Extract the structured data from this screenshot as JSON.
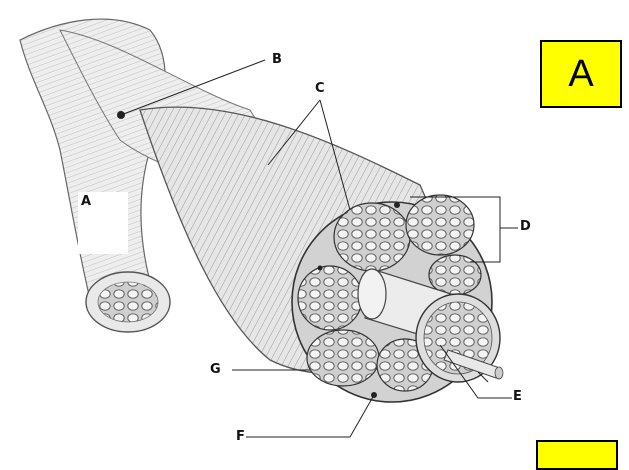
{
  "badge": {
    "letter": "A",
    "color": "#ffff00"
  },
  "labels": {
    "a": "A",
    "b": "B",
    "c": "C",
    "d": "D",
    "e": "E",
    "f": "F",
    "g": "G"
  }
}
